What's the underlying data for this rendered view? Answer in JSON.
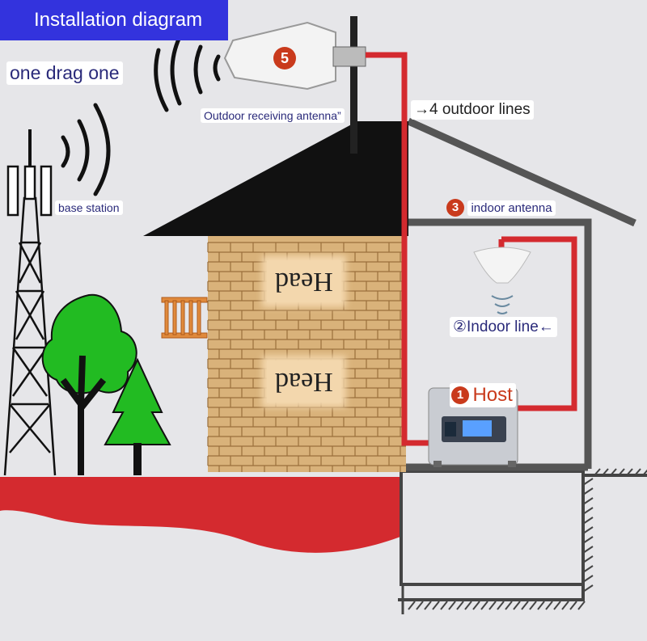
{
  "title": "Installation diagram",
  "subtitle": "one drag one",
  "labels": {
    "base_station": "base station",
    "outdoor_antenna": "Outdoor receiving antenna”",
    "outdoor_lines": "→4 outdoor lines",
    "indoor_antenna": "indoor antenna",
    "indoor_line": "②Indoor line←",
    "host": "Host",
    "head_top": "Head",
    "head_bottom": "Head"
  },
  "markers": {
    "outdoor_antenna": "5",
    "indoor_antenna": "3",
    "host": "1"
  },
  "colors": {
    "cable": "#d42a2f",
    "ground": "#d42a2f",
    "title_bg": "#3333dd",
    "marker": "#c93a1c",
    "roof": "#111111",
    "brick": "#d9b27a",
    "tree": "#22bb22"
  }
}
